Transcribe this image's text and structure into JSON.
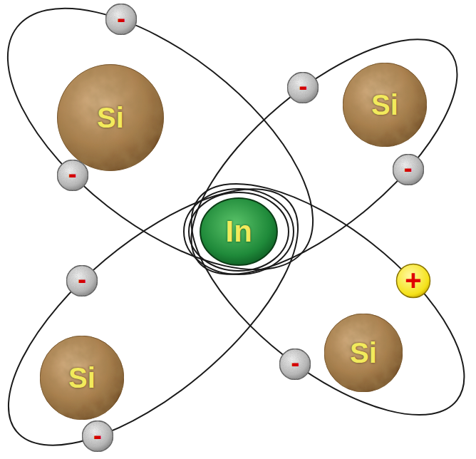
{
  "diagram": {
    "nodes": [
      {
        "text": [
          "-"
        ]
      },
      {
        "text": [
          "Si"
        ]
      },
      {
        "text": [
          "-"
        ]
      },
      {
        "text": [
          "Si"
        ]
      },
      {
        "text": [
          "-"
        ]
      },
      {
        "text": [
          "-"
        ]
      },
      {
        "text": [
          "In"
        ]
      },
      {
        "text": [
          "-"
        ]
      },
      {
        "text": [
          "+"
        ]
      },
      {
        "text": [
          "Si"
        ]
      },
      {
        "text": [
          "-"
        ]
      },
      {
        "text": [
          "Si"
        ]
      },
      {
        "text": [
          "-"
        ]
      }
    ]
  }
}
